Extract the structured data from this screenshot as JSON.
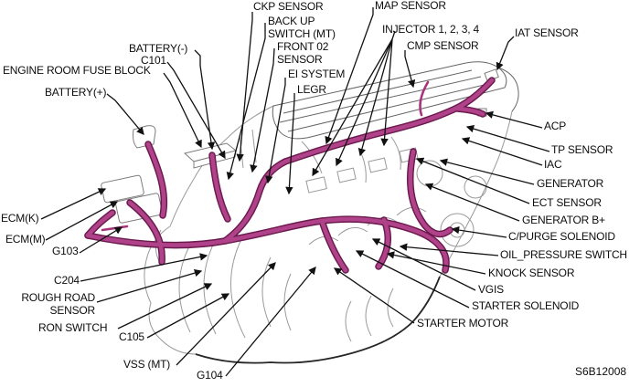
{
  "figure": {
    "type": "engine-wiring-harness-diagram",
    "code": "S6B12008",
    "colors": {
      "harness": "#b04289",
      "harness_edge": "#6b1a4e",
      "engine_line": "#9a9a9a",
      "engine_dark": "#262626",
      "leader": "#111111"
    },
    "labels": {
      "engine_room_fuse_block": "ENGINE ROOM FUSE BLOCK",
      "battery_plus": "BATTERY(+)",
      "battery_minus": "BATTERY(-)",
      "c101": "C101",
      "ckp_sensor": "CKP SENSOR",
      "backup_switch": "BACK UP\nSWITCH (MT)",
      "front_o2_sensor": "FRONT 02\nSENSOR",
      "ei_system": "EI SYSTEM",
      "legr": "LEGR",
      "map_sensor": "MAP SENSOR",
      "injector": "INJECTOR 1, 2, 3, 4",
      "cmp_sensor": "CMP SENSOR",
      "iat_sensor": "IAT SENSOR",
      "acp": "ACP",
      "tp_sensor": "TP SENSOR",
      "iac": "IAC",
      "generator": "GENERATOR",
      "ect_sensor": "ECT SENSOR",
      "generator_bplus": "GENERATOR B+",
      "c_purge_solenoid": "C/PURGE SOLENOID",
      "oil_pressure_switch": "OIL_PRESSURE SWITCH",
      "knock_sensor": "KNOCK SENSOR",
      "vgis": "VGIS",
      "starter_solenoid": "STARTER SOLENOID",
      "starter_motor": "STARTER MOTOR",
      "ecm_k": "ECM(K)",
      "ecm_m": "ECM(M)",
      "g103": "G103",
      "c204": "C204",
      "rough_road_sensor": "ROUGH ROAD\nSENSOR",
      "ron_switch": "RON SWITCH",
      "c105": "C105",
      "vss_mt": "VSS (MT)",
      "g104": "G104"
    }
  }
}
